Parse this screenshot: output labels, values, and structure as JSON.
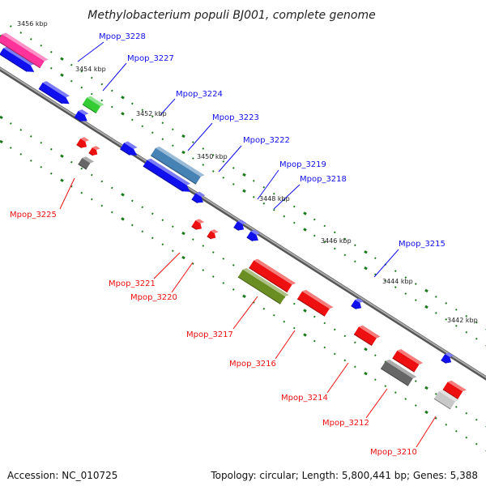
{
  "title": "Methylobacterium populi BJ001, complete genome",
  "footer": {
    "accession": "Accession: NC_010725",
    "summary": "Topology: circular; Length: 5,800,441 bp; Genes: 5,388"
  },
  "colors": {
    "forward": "#1010ee",
    "reverse": "#ee1010",
    "pink": "#ff3399",
    "green": "#33cc33",
    "steel": "#4682b4",
    "olive": "#6b8e23",
    "grey": "#666666",
    "lightgrey": "#c8c8c8",
    "backbone": "#888888",
    "tick": "#1a7a1a"
  },
  "kbp_ticks": [
    "3456 kbp",
    "3454 kbp",
    "3452 kbp",
    "3450 kbp",
    "3448 kbp",
    "3446 kbp",
    "3444 kbp",
    "3442 kbp"
  ],
  "forward_labels": [
    "Mpop_3228",
    "Mpop_3227",
    "Mpop_3224",
    "Mpop_3223",
    "Mpop_3222",
    "Mpop_3219",
    "Mpop_3218",
    "Mpop_3215"
  ],
  "reverse_labels": [
    "Mpop_3225",
    "Mpop_3221",
    "Mpop_3220",
    "Mpop_3217",
    "Mpop_3216",
    "Mpop_3214",
    "Mpop_3212",
    "Mpop_3210"
  ]
}
